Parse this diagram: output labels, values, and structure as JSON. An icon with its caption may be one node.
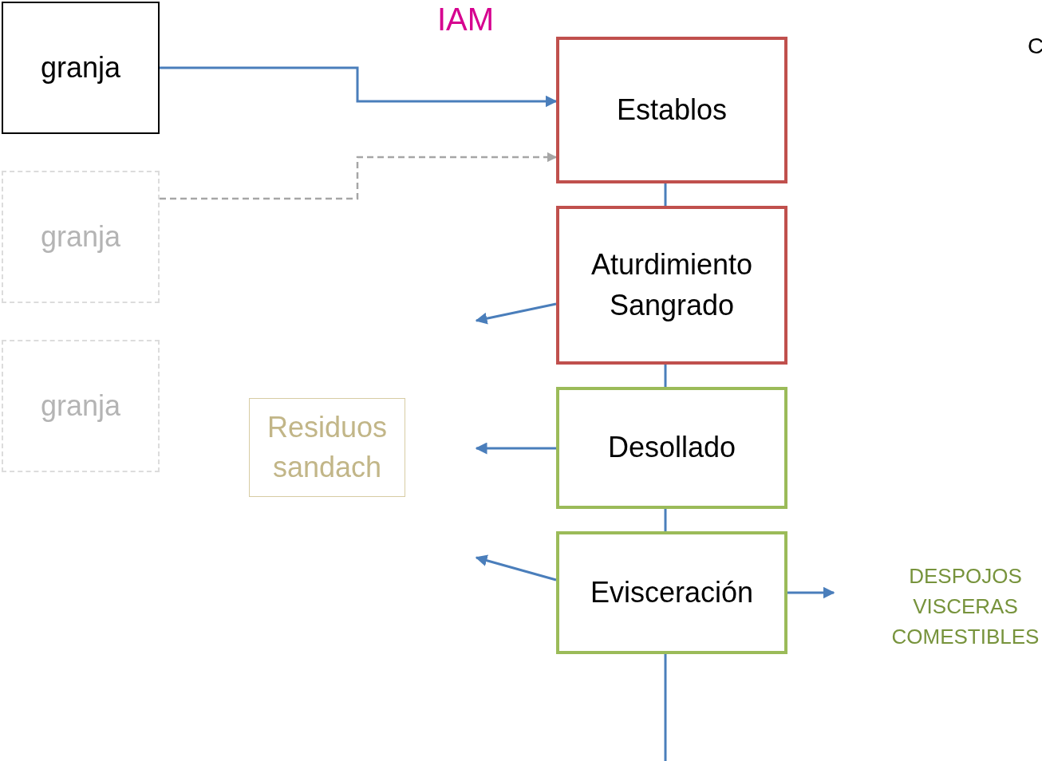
{
  "diagram": {
    "nodes": [
      {
        "text": [
          "granja"
        ]
      },
      {
        "text": [
          "granja"
        ]
      },
      {
        "text": [
          "granja"
        ]
      },
      {
        "text": [
          "Establos"
        ]
      },
      {
        "text": [
          "Aturdimiento Sangrado"
        ]
      },
      {
        "text": [
          "Desollado"
        ]
      },
      {
        "text": [
          "Evisceración"
        ]
      },
      {
        "text": [
          "Residuos sandach"
        ]
      }
    ],
    "edges": [
      {
        "from": 0,
        "to": 3,
        "arrow": "to"
      },
      {
        "from": 1,
        "to": 3,
        "arrow": "to",
        "style": "dashed",
        "color": "#a6a6a6"
      },
      {
        "from": 3,
        "to": 4,
        "arrow": "none"
      },
      {
        "from": 4,
        "to": 5,
        "arrow": "none"
      },
      {
        "from": 5,
        "to": 6,
        "arrow": "none"
      },
      {
        "from": 6,
        "to": null,
        "arrow": "none"
      },
      {
        "from": 4,
        "to": null,
        "arrow": "to"
      },
      {
        "from": 5,
        "to": null,
        "arrow": "to"
      },
      {
        "from": 6,
        "to": null,
        "arrow": "to"
      },
      {
        "from": 6,
        "to": null,
        "arrow": "to"
      }
    ],
    "labels": [
      "IAM",
      "C",
      "DESPOJOS VISCERAS COMESTIBLES"
    ]
  }
}
